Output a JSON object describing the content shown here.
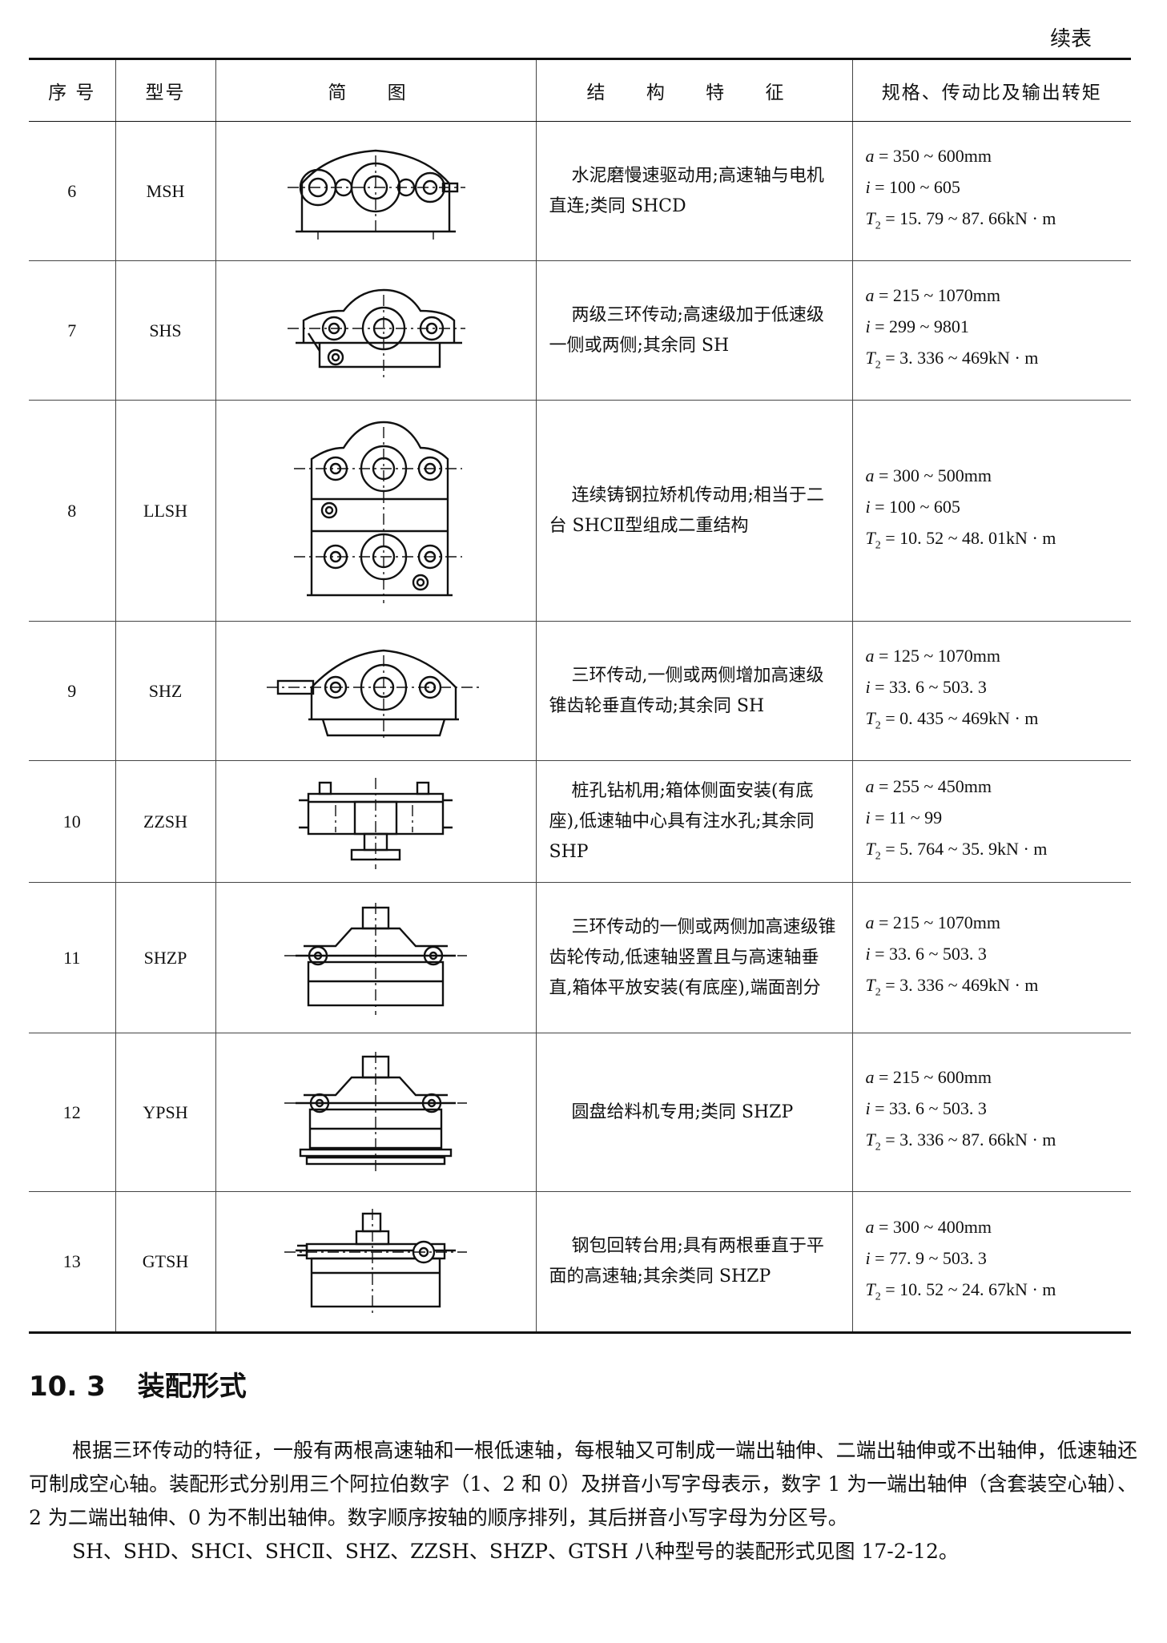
{
  "page": {
    "continued_label": "续表"
  },
  "table": {
    "headers": [
      "序 号",
      "型号",
      "简 图",
      "结 构 特 征",
      "规格、传动比及输出转矩"
    ],
    "rows": [
      {
        "no": "6",
        "model": "MSH",
        "diagram_icon": "msh-gearbox-diagram-icon",
        "feature": "水泥磨慢速驱动用;高速轴与电机直连;类同 SHCD",
        "a": "= 350 ~ 600mm",
        "i": "= 100 ~ 605",
        "t": "= 15. 79 ~ 87. 66kN · m"
      },
      {
        "no": "7",
        "model": "SHS",
        "diagram_icon": "shs-gearbox-diagram-icon",
        "feature": "两级三环传动;高速级加于低速级一侧或两侧;其余同 SH",
        "a": "= 215 ~ 1070mm",
        "i": "= 299 ~ 9801",
        "t": "= 3. 336 ~ 469kN · m"
      },
      {
        "no": "8",
        "model": "LLSH",
        "diagram_icon": "llsh-gearbox-diagram-icon",
        "feature": "连续铸钢拉矫机传动用;相当于二台 SHCⅡ型组成二重结构",
        "a": "= 300 ~ 500mm",
        "i": "= 100 ~ 605",
        "t": "= 10. 52 ~ 48. 01kN · m"
      },
      {
        "no": "9",
        "model": "SHZ",
        "diagram_icon": "shz-gearbox-diagram-icon",
        "feature": "三环传动,一侧或两侧增加高速级锥齿轮垂直传动;其余同 SH",
        "a": "= 125 ~ 1070mm",
        "i": "= 33. 6 ~ 503. 3",
        "t": "= 0. 435 ~ 469kN · m"
      },
      {
        "no": "10",
        "model": "ZZSH",
        "diagram_icon": "zzsh-gearbox-diagram-icon",
        "feature": "桩孔钻机用;箱体侧面安装(有底座),低速轴中心具有注水孔;其余同 SHP",
        "a": "= 255 ~ 450mm",
        "i": "= 11 ~ 99",
        "t": "= 5. 764 ~ 35. 9kN · m"
      },
      {
        "no": "11",
        "model": "SHZP",
        "diagram_icon": "shzp-gearbox-diagram-icon",
        "feature": "三环传动的一侧或两侧加高速级锥齿轮传动,低速轴竖置且与高速轴垂直,箱体平放安装(有底座),端面剖分",
        "a": "= 215 ~ 1070mm",
        "i": "= 33. 6 ~ 503. 3",
        "t": "= 3. 336 ~ 469kN · m"
      },
      {
        "no": "12",
        "model": "YPSH",
        "diagram_icon": "ypsh-gearbox-diagram-icon",
        "feature": "圆盘给料机专用;类同 SHZP",
        "a": "= 215 ~ 600mm",
        "i": "= 33. 6 ~ 503. 3",
        "t": "= 3. 336 ~ 87. 66kN · m"
      },
      {
        "no": "13",
        "model": "GTSH",
        "diagram_icon": "gtsh-gearbox-diagram-icon",
        "feature": "钢包回转台用;具有两根垂直于平面的高速轴;其余类同 SHZP",
        "a": "= 300 ~ 400mm",
        "i": "= 77. 9 ~ 503. 3",
        "t": "= 10. 52 ~ 24. 67kN · m"
      }
    ]
  },
  "section": {
    "number": "10. 3",
    "title": "装配形式",
    "paragraphs": [
      "根据三环传动的特征，一般有两根高速轴和一根低速轴，每根轴又可制成一端出轴伸、二端出轴伸或不出轴伸，低速轴还可制成空心轴。装配形式分别用三个阿拉伯数字（1、2 和 0）及拼音小写字母表示，数字 1 为一端出轴伸（含套装空心轴）、2 为二端出轴伸、0 为不制出轴伸。数字顺序按轴的顺序排列，其后拼音小写字母为分区号。",
      "SH、SHD、SHCⅠ、SHCⅡ、SHZ、ZZSH、SHZP、GTSH 八种型号的装配形式见图 17-2-12。"
    ]
  }
}
